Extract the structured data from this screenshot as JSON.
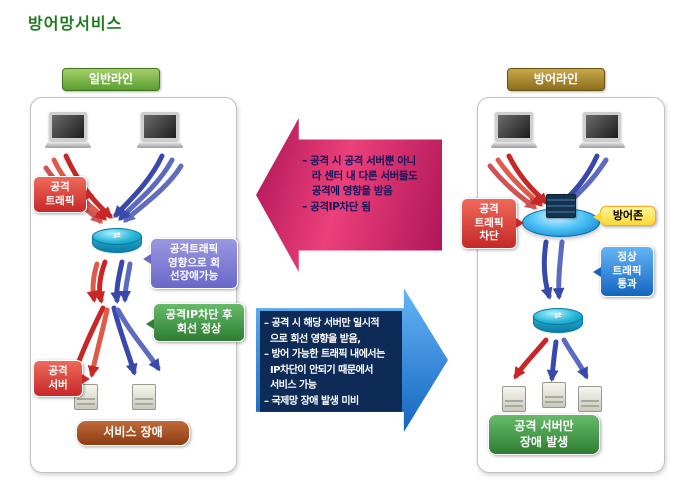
{
  "title": "방어망서비스",
  "colors": {
    "title_green": "#1e7b1e",
    "attack_red": "#c62828",
    "normal_blue": "#3949ab",
    "general_line_green": "#5a9e32",
    "defense_line_brown": "#8a6d1d",
    "ip_block_green": "#2e7d32",
    "service_fail_brown": "#8a3c12",
    "defense_zone_yellow": "#fdd835",
    "callout_top_pink": "#ec407a",
    "callout_bottom_blue": "#1565c0",
    "callout_bottom_navy": "#0e2a57"
  },
  "left_panel": {
    "label": "일반라인",
    "attack_traffic_badge": "공격\n트래픽",
    "traffic_impact_badge": "공격트래픽\n영향으로 회\n선장애가능",
    "ip_block_badge": "공격IP차단 후\n회선 정상",
    "attack_server_badge": "공격\n서버",
    "service_failure_badge": "서비스 장애"
  },
  "right_panel": {
    "label": "방어라인",
    "attack_block_badge": "공격\n트래픽\n차단",
    "defense_zone_badge": "방어존",
    "normal_traffic_badge": "정상\n트래픽\n통과",
    "result_badge": "공격 서버만\n장애 발생"
  },
  "callouts": {
    "top": "– 공격 시 공격 서버뿐 아니\n   라 센터 내 다른 서버들도\n   공격에 영향을 받음\n– 공격IP차단 됨",
    "bottom": "– 공격 시 해당 서버만 일시적\n  으로 회선 영향을 받음,\n– 방어 가능한 트래픽 내에서는\n  IP차단이 안되기 때문에서\n  서비스 가능\n– 국제망 장애 발생 미비"
  }
}
